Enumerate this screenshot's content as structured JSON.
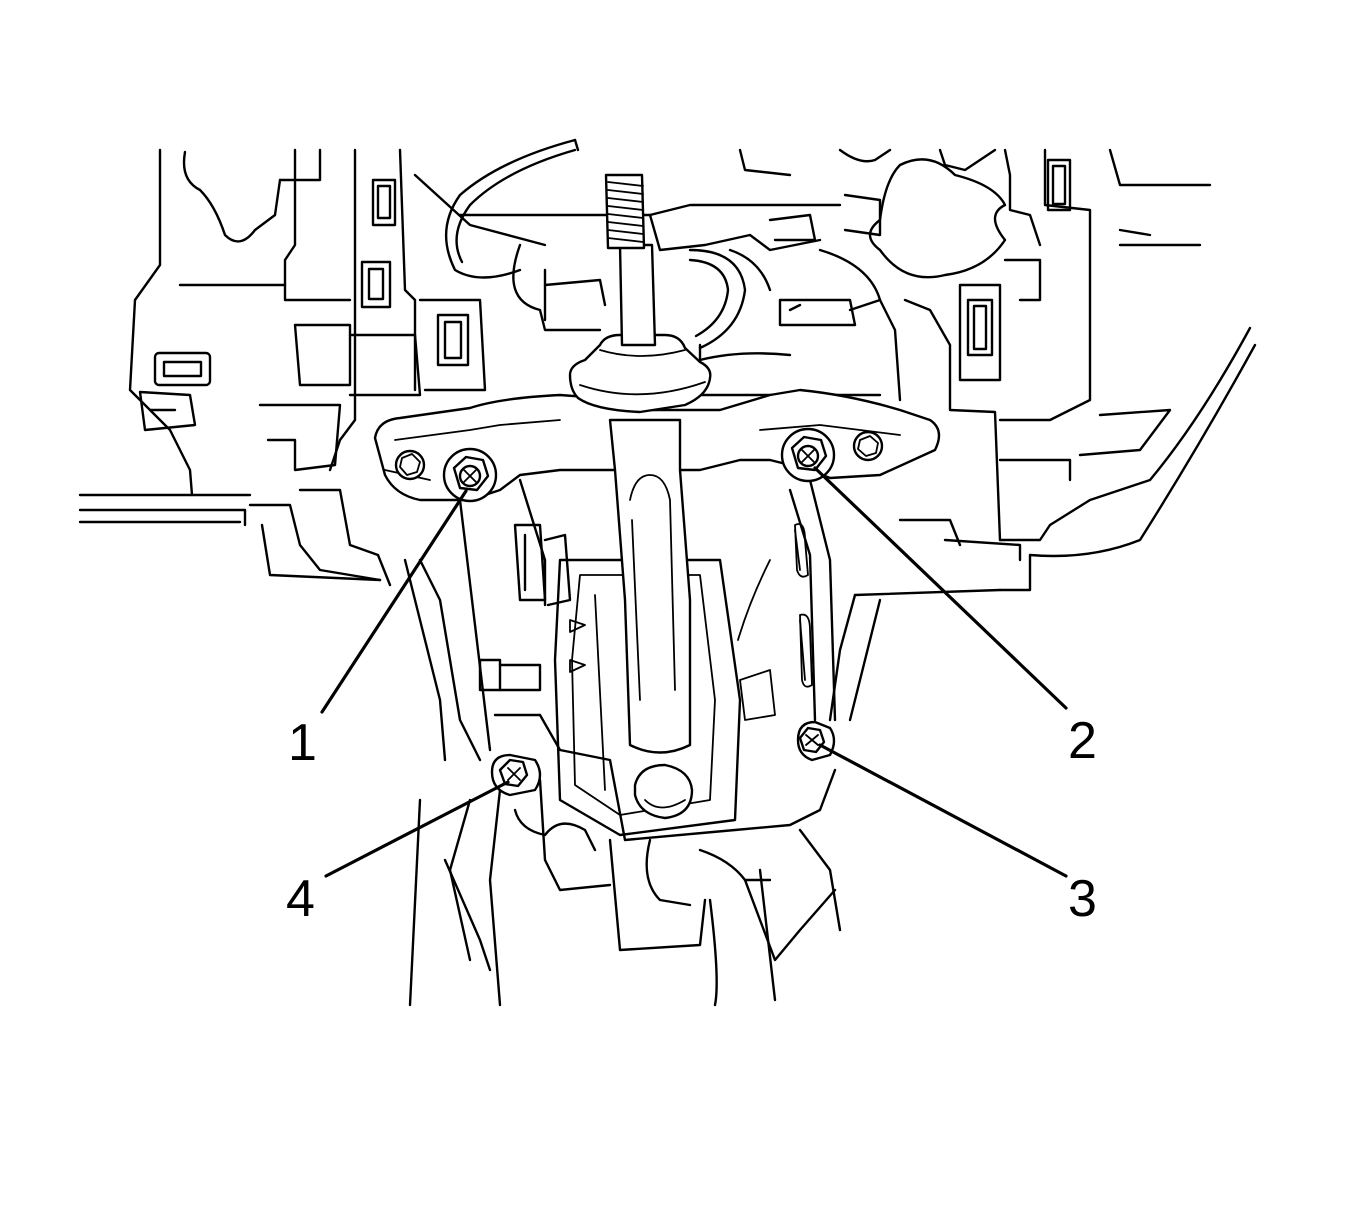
{
  "callouts": [
    {
      "label": "1",
      "name": "callout-1"
    },
    {
      "label": "2",
      "name": "callout-2"
    },
    {
      "label": "3",
      "name": "callout-3"
    },
    {
      "label": "4",
      "name": "callout-4"
    }
  ],
  "colors": {
    "line": "#000000",
    "background": "#ffffff"
  }
}
